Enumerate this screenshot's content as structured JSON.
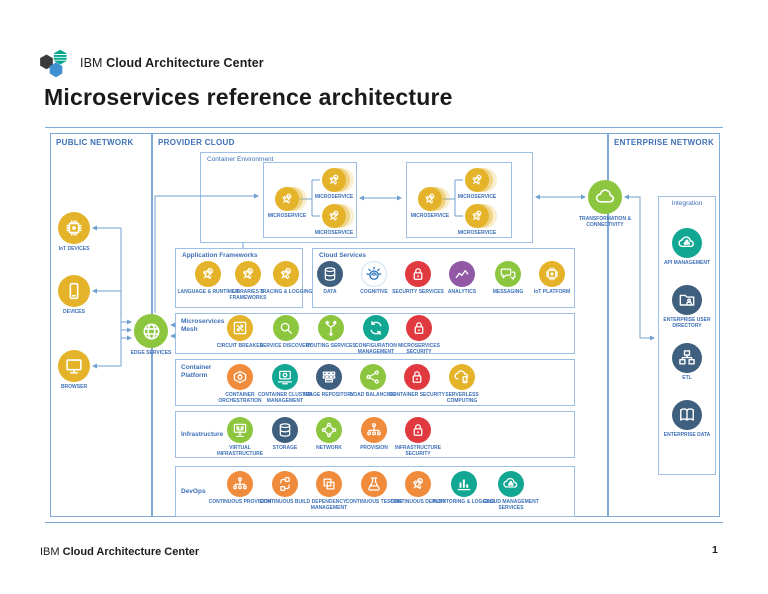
{
  "header": {
    "brand_prefix": "IBM",
    "brand_name": "Cloud Architecture Center",
    "title": "Microservices reference architecture"
  },
  "footer": {
    "brand_prefix": "IBM",
    "brand_name": "Cloud Architecture Center",
    "page": "1"
  },
  "colors": {
    "gold": "#E4B32A",
    "green": "#8CC63F",
    "teal": "#12A793",
    "slate": "#3E5F7E",
    "red": "#E03A40",
    "orange": "#F08B3C",
    "purple": "#9159A5",
    "white": "#FFFFFF",
    "cognitive_blue": "#1F70C1",
    "label_blue": "#3D70B8",
    "line_blue": "#6FA0D0"
  },
  "diagram": {
    "sections": {
      "public": "PUBLIC NETWORK",
      "provider": "PROVIDER CLOUD",
      "enterprise": "ENTERPRISE NETWORK"
    },
    "public_network": {
      "items": [
        {
          "label": "IoT DEVICES",
          "icon": "chip-icon",
          "color": "gold"
        },
        {
          "label": "DEVICES",
          "icon": "mobile-icon",
          "color": "gold"
        },
        {
          "label": "BROWSER",
          "icon": "monitor-icon",
          "color": "gold"
        }
      ],
      "edge": {
        "label": "EDGE SERVICES",
        "icon": "globe-icon",
        "color": "green"
      }
    },
    "container_environment": {
      "label": "Container Environment",
      "groups": [
        [
          {
            "label": "MICROSERVICE",
            "icon": "rocket-icon",
            "color": "gold"
          },
          {
            "label": "MICROSERVICE",
            "icon": "rocket-icon",
            "color": "gold"
          },
          {
            "label": "MICROSERVICE",
            "icon": "rocket-icon",
            "color": "gold"
          }
        ],
        [
          {
            "label": "MICROSERVICE",
            "icon": "rocket-icon",
            "color": "gold"
          },
          {
            "label": "MICROSERVICE",
            "icon": "rocket-icon",
            "color": "gold"
          },
          {
            "label": "MICROSERVICE",
            "icon": "rocket-icon",
            "color": "gold"
          }
        ]
      ]
    },
    "rows": [
      {
        "id": "application-frameworks",
        "label": "Application Frameworks",
        "items": [
          {
            "label": "LANGUAGE & RUNTIMES",
            "icon": "rocket-icon",
            "color": "gold"
          },
          {
            "label": "LIBRARIES & FRAMEWORKS",
            "icon": "rocket-icon",
            "color": "gold"
          },
          {
            "label": "TRACING & LOGGING",
            "icon": "rocket-icon",
            "color": "gold"
          }
        ]
      },
      {
        "id": "cloud-services",
        "label": "Cloud Services",
        "items": [
          {
            "label": "DATA",
            "icon": "db-icon",
            "color": "slate"
          },
          {
            "label": "COGNITIVE",
            "icon": "cognitive-icon",
            "color": "white",
            "fg": "cognitive_blue"
          },
          {
            "label": "SECURITY SERVICES",
            "icon": "lock-icon",
            "color": "red"
          },
          {
            "label": "ANALYTICS",
            "icon": "analytics-icon",
            "color": "purple"
          },
          {
            "label": "MESSAGING",
            "icon": "chat-icon",
            "color": "green"
          },
          {
            "label": "IoT PLATFORM",
            "icon": "chip-icon",
            "color": "gold"
          }
        ]
      },
      {
        "id": "microservices-mesh",
        "label": "Microservices Mesh",
        "items": [
          {
            "label": "CIRCUIT BREAKER",
            "icon": "circuit-icon",
            "color": "gold"
          },
          {
            "label": "SERVICE DISCOVERY",
            "icon": "magnifier-icon",
            "color": "green"
          },
          {
            "label": "ROUTING SERVICES",
            "icon": "branch-icon",
            "color": "green"
          },
          {
            "label": "CONFIGURATION MANAGEMENT",
            "icon": "refresh-icon",
            "color": "teal"
          },
          {
            "label": "MICROSERVICES SECURITY",
            "icon": "lock-icon",
            "color": "red"
          }
        ]
      },
      {
        "id": "container-platform",
        "label": "Container Platform",
        "items": [
          {
            "label": "CONTAINER ORCHESTRATION",
            "icon": "container-icon",
            "color": "orange"
          },
          {
            "label": "CONTAINER CLUSTER MANAGEMENT",
            "icon": "container-gear-icon",
            "color": "teal"
          },
          {
            "label": "IMAGE REPOSITORY",
            "icon": "grid-icon",
            "color": "slate"
          },
          {
            "label": "LOAD BALANCING",
            "icon": "share-icon",
            "color": "green"
          },
          {
            "label": "CONTAINER SECURITY",
            "icon": "lock-icon",
            "color": "red"
          },
          {
            "label": "SERVERLESS COMPUTING",
            "icon": "serverless-icon",
            "color": "gold"
          }
        ]
      },
      {
        "id": "infrastructure",
        "label": "Infrastructure",
        "items": [
          {
            "label": "VIRTUAL INFRASTRUCTURE",
            "icon": "vm-icon",
            "color": "green"
          },
          {
            "label": "STORAGE",
            "icon": "db-icon",
            "color": "slate"
          },
          {
            "label": "NETWORK",
            "icon": "network-icon",
            "color": "green"
          },
          {
            "label": "PROVISION",
            "icon": "hierarchy-icon",
            "color": "orange"
          },
          {
            "label": "INFRASTRUCTURE SECURITY",
            "icon": "lock-icon",
            "color": "red"
          }
        ]
      },
      {
        "id": "devops",
        "label": "DevOps",
        "items": [
          {
            "label": "CONTINUOUS PROVISION",
            "icon": "hierarchy-icon",
            "color": "orange"
          },
          {
            "label": "CONTINUOUS BUILD",
            "icon": "pipeline-icon",
            "color": "orange"
          },
          {
            "label": "DEPENDENCY MANAGEMENT",
            "icon": "overlap-icon",
            "color": "orange"
          },
          {
            "label": "CONTINUOUS TESTING",
            "icon": "flask-icon",
            "color": "orange"
          },
          {
            "label": "CONTINUOUS DEPLOY",
            "icon": "rocket-icon",
            "color": "orange"
          },
          {
            "label": "MONITORING & LOGGING",
            "icon": "bars-icon",
            "color": "teal"
          },
          {
            "label": "CLOUD MANAGEMENT SERVICES",
            "icon": "cloud-gear-icon",
            "color": "teal"
          }
        ]
      }
    ],
    "transformation": {
      "label": "TRANSFORMATION & CONNECTIVITY",
      "icon": "cloud-icon",
      "color": "green"
    },
    "integration": {
      "label": "Integration",
      "items": [
        {
          "label": "API MANAGEMENT",
          "icon": "cloud-gear-icon",
          "color": "teal"
        },
        {
          "label": "ENTERPRISE USER DIRECTORY",
          "icon": "folder-user-icon",
          "color": "slate"
        },
        {
          "label": "ETL",
          "icon": "etl-icon",
          "color": "slate"
        },
        {
          "label": "ENTERPRISE DATA",
          "icon": "book-icon",
          "color": "slate"
        }
      ]
    }
  }
}
